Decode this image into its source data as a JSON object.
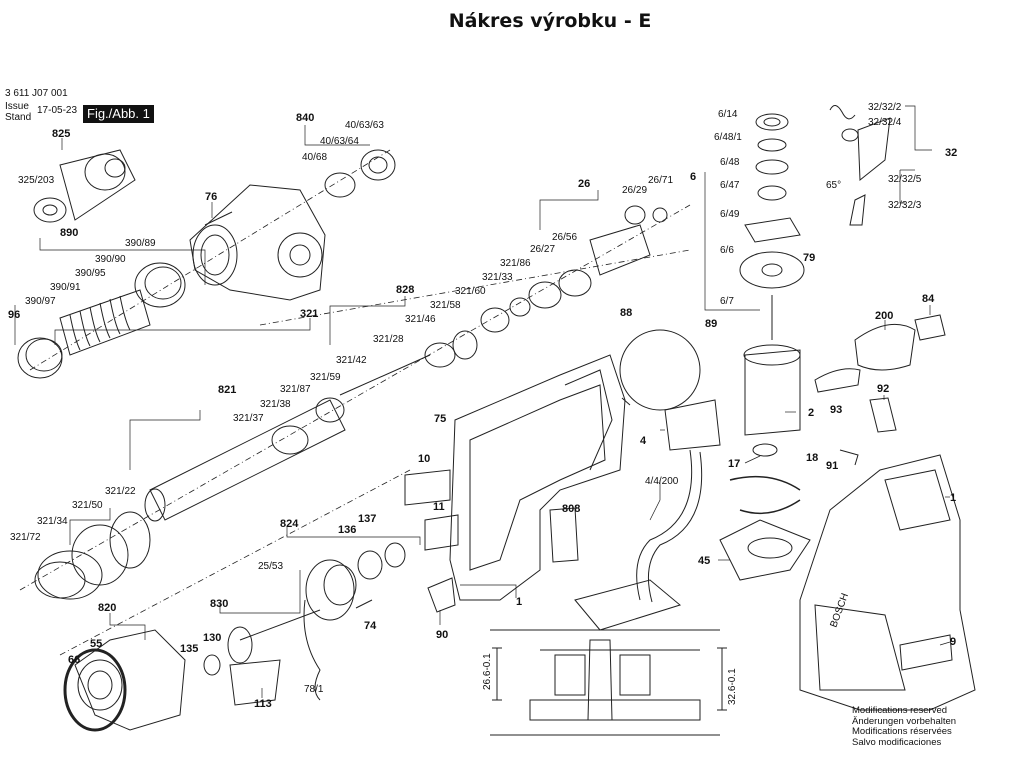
{
  "title": "Nákres výrobku - E",
  "drawing": {
    "number": "3 611 J07 001",
    "issue_label": "Issue",
    "stand_label": "Stand",
    "date": "17-05-23",
    "figure": "Fig./Abb. 1"
  },
  "parts": {
    "p825": "825",
    "p325_203": "325/203",
    "p890": "890",
    "p390_89": "390/89",
    "p390_90": "390/90",
    "p390_95": "390/95",
    "p390_91": "390/91",
    "p390_97": "390/97",
    "p96": "96",
    "p321": "321",
    "p821": "821",
    "p321_37": "321/37",
    "p321_38": "321/38",
    "p321_87": "321/87",
    "p321_22": "321/22",
    "p321_50": "321/50",
    "p321_34": "321/34",
    "p321_72": "321/72",
    "p820": "820",
    "p55": "55",
    "p66": "66",
    "p840": "840",
    "p40_63_63": "40/63/63",
    "p40_63_64": "40/63/64",
    "p40_68": "40/68",
    "p76": "76",
    "p828": "828",
    "p321_86": "321/86",
    "p321_33": "321/33",
    "p321_60": "321/60",
    "p321_58": "321/58",
    "p321_46": "321/46",
    "p321_28": "321/28",
    "p321_42": "321/42",
    "p321_59": "321/59",
    "p26": "26",
    "p26_71": "26/71",
    "p26_29": "26/29",
    "p26_56": "26/56",
    "p26_27": "26/27",
    "p824": "824",
    "p25_53": "25/53",
    "p830": "830",
    "p130": "130",
    "p135": "135",
    "p113": "113",
    "p136": "136",
    "p137": "137",
    "p74": "74",
    "p78_1": "78/1",
    "p75": "75",
    "p10": "10",
    "p11": "11",
    "p808": "808",
    "p1a": "1",
    "p90": "90",
    "p6_14": "6/14",
    "p6_48_1": "6/48/1",
    "p6_48": "6/48",
    "p6": "6",
    "p6_47": "6/47",
    "p6_49": "6/49",
    "p6_6": "6/6",
    "p6_7": "6/7",
    "p79": "79",
    "p88": "88",
    "p89": "89",
    "p4": "4",
    "p4_4_200": "4/4/200",
    "p2": "2",
    "p17": "17",
    "p18": "18",
    "p45": "45",
    "p32_32_2": "32/32/2",
    "p32_32_4": "32/32/4",
    "p32": "32",
    "p32_32_5": "32/32/5",
    "p32_32_3": "32/32/3",
    "p65deg": "65°",
    "p200": "200",
    "p84": "84",
    "p92": "92",
    "p93": "93",
    "p91": "91",
    "p1b": "1",
    "p9": "9"
  },
  "dimensions": {
    "d1": "26.6-0.1",
    "d2": "32.6-0.1"
  },
  "brand": "BOSCH",
  "disclaimer": [
    "Modifications reserved",
    "Änderungen vorbehalten",
    "Modifications réservées",
    "Salvo modificaciones"
  ]
}
